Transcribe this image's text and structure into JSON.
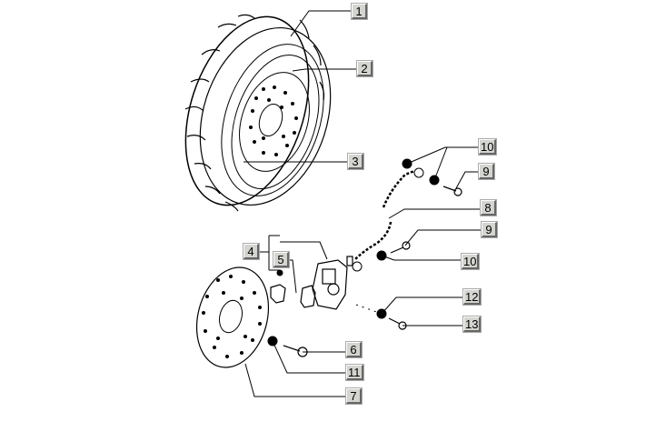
{
  "title": "Front wheel and brake caliper exploded parts diagram",
  "labels": {
    "l1": "1",
    "l2": "2",
    "l3": "3",
    "l4": "4",
    "l5": "5",
    "l6": "6",
    "l7": "7",
    "l8": "8",
    "l9a": "9",
    "l9b": "9",
    "l10a": "10",
    "l10b": "10",
    "l11": "11",
    "l12": "12",
    "l13": "13"
  }
}
